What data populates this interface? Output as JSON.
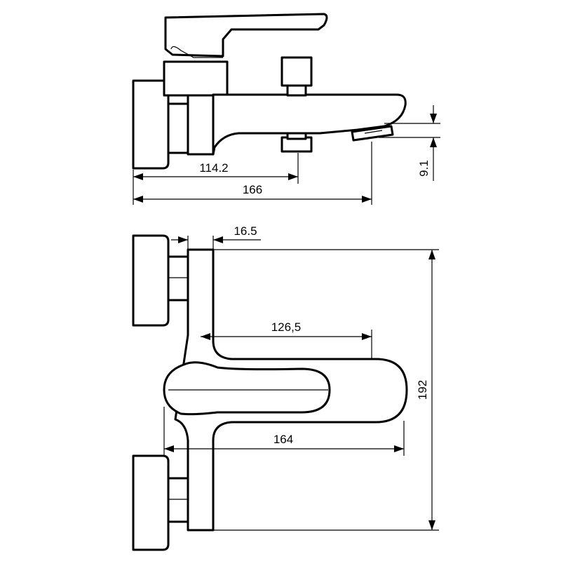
{
  "drawing": {
    "subject": "bath-shower-mixer-technical-drawing",
    "line_color": "#000000",
    "background": "#ffffff"
  },
  "dimensions": {
    "side_view": {
      "spout_axis_offset": "114.2",
      "total_length": "166",
      "outlet_height": "9.1"
    },
    "top_view": {
      "wall_clearance": "16.5",
      "handle_center": "126,5",
      "handle_length": "164",
      "total_width": "192"
    }
  }
}
